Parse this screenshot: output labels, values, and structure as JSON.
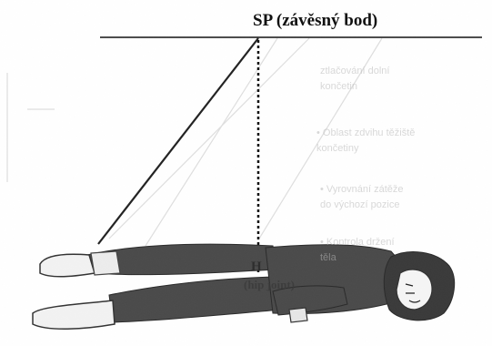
{
  "diagram": {
    "suspension_label": "SP (závěsný bod)",
    "hip_marker": "H",
    "hip_label": "(hip joint)",
    "faint_notes": [
      [
        "ztlačování dolní",
        "končetin"
      ],
      [
        "• Oblast zdvihu těžiště",
        "končetiny"
      ],
      [
        "• Vyrovnání zátěže",
        "do výchozí pozice"
      ],
      [
        "• Kontrola držení",
        "těla"
      ]
    ]
  },
  "colors": {
    "figure": "#454545",
    "lines": "#111111",
    "background": "#ffffff"
  }
}
